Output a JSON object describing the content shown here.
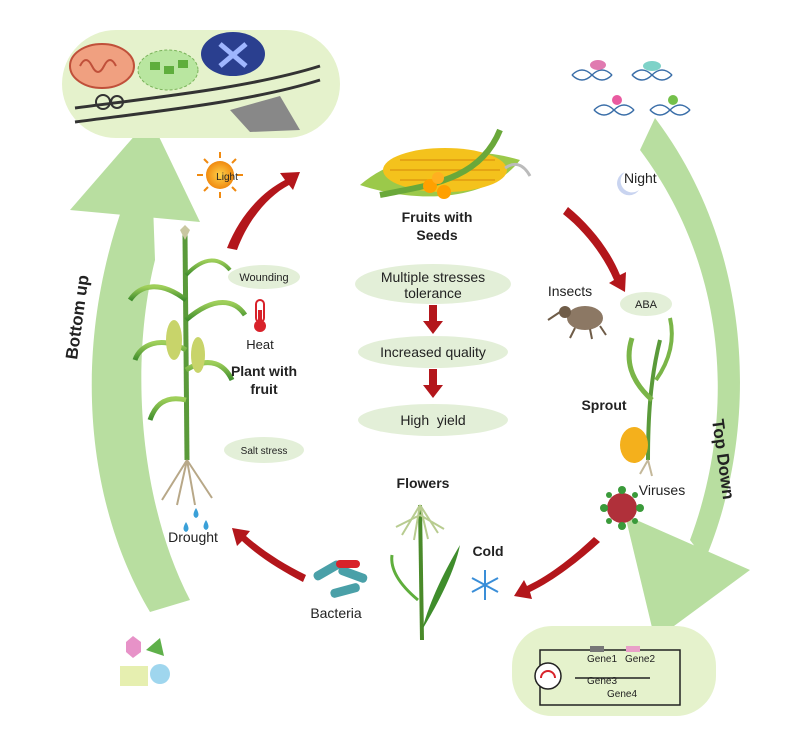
{
  "labels": {
    "fruits": [
      "Fruits with",
      "Seeds"
    ],
    "plant": [
      "Plant with",
      "fruit"
    ],
    "sprout": "Sprout",
    "flowers": "Flowers",
    "light": "Light",
    "night": "Night",
    "wounding": "Wounding",
    "heat": "Heat",
    "salt": "Salt stress",
    "drought": "Drought",
    "bacteria": "Bacteria",
    "cold": "Cold",
    "viruses": "Viruses",
    "insects": "Insects",
    "aba": "ABA",
    "bottom_up": "Bottom up",
    "top_down": "Top Down"
  },
  "center": {
    "stress": [
      "Multiple stresses",
      "tolerance"
    ],
    "quality": "Increased quality",
    "yield": "High  yield"
  },
  "genes": [
    "Gene1",
    "Gene2",
    "Gene3",
    "Gene4"
  ],
  "colors": {
    "big_arrow": "#b8dea0",
    "red_arrow": "#b3161b",
    "ellipse": "#e3efd8",
    "panel": "#e5f2cc"
  }
}
